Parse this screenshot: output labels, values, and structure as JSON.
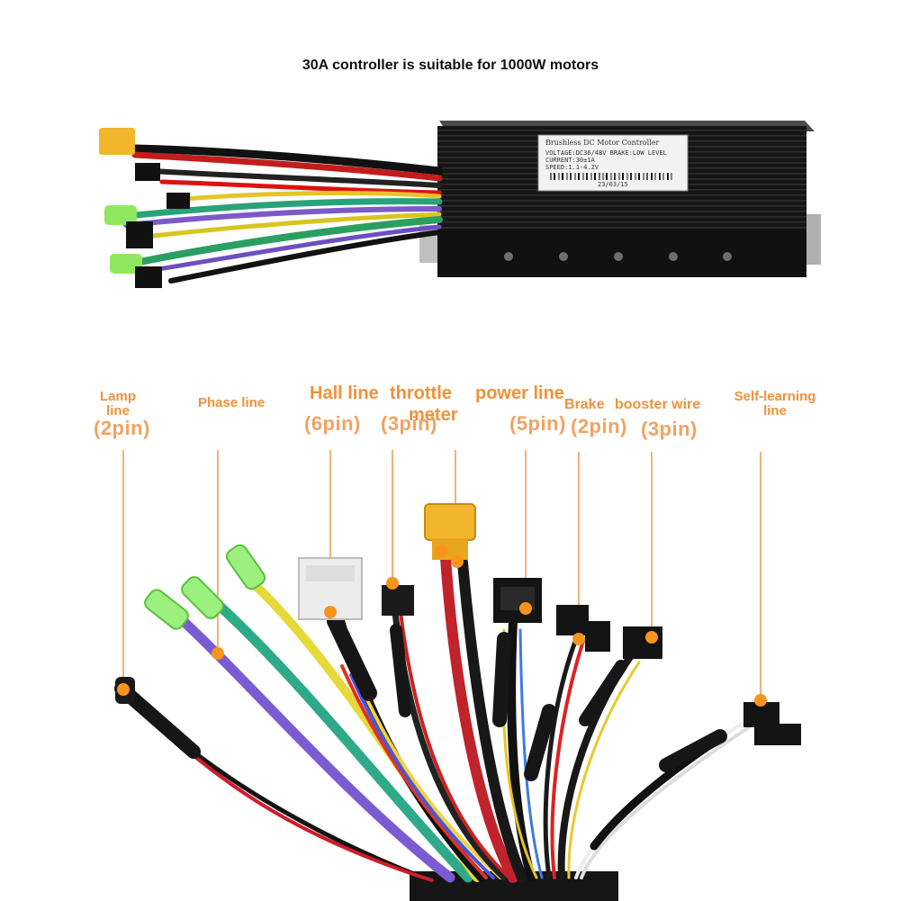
{
  "header": {
    "title": "30A controller is suitable for 1000W motors"
  },
  "product_label": {
    "heading": "Brushless DC Motor Controller",
    "line1": "VOLTAGE:DC36/48V  BRAKE:LOW LEVEL",
    "line2": "CURRENT:30±1A",
    "line3": "SPEED:1.1-4.2V",
    "date": "23/03/15"
  },
  "callouts": {
    "lamp": {
      "name": "Lamp line",
      "pins": "(2pin)"
    },
    "phase": {
      "name": "Phase line"
    },
    "hall": {
      "name": "Hall line",
      "pins": "(6pin)"
    },
    "throttle": {
      "name": "throttle",
      "pins": "(3pin)"
    },
    "power": {
      "name": "power line"
    },
    "meter": {
      "name": "meter",
      "pins": "(5pin)"
    },
    "brake": {
      "name": "Brake",
      "pins": "(2pin)"
    },
    "booster": {
      "name": "booster wire",
      "pins": "(3pin)"
    },
    "self_learning": {
      "name": "Self-learning line"
    }
  },
  "colors": {
    "accent": "#f0913a",
    "leader": "#f4b27a",
    "dot": "#f7941d",
    "connector_green": "#9bf07e",
    "xt60_yellow": "#f1b62d"
  }
}
